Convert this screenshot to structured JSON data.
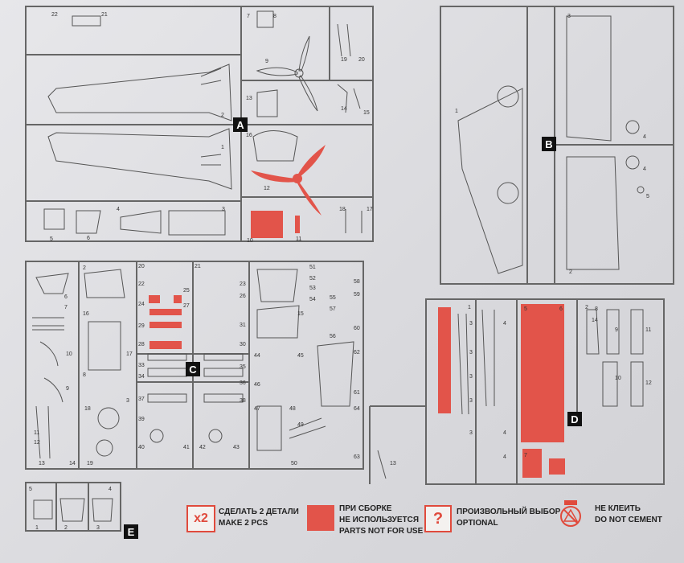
{
  "sprue_labels": {
    "a": "A",
    "b": "B",
    "c": "C",
    "d": "D",
    "e": "E"
  },
  "legend": {
    "make_two_symbol": "x2",
    "make_two_ru": "СДЕЛАТЬ 2 ДЕТАЛИ",
    "make_two_en": "MAKE 2 PCS",
    "not_for_use_ru_1": "ПРИ СБОРКЕ",
    "not_for_use_ru_2": "НЕ ИСПОЛЬЗУЕТСЯ",
    "not_for_use_en": "PARTS NOT FOR USE",
    "optional_symbol": "?",
    "optional_ru": "ПРОИЗВОЛЬНЫЙ ВЫБОР",
    "optional_en": "OPTIONAL",
    "no_cement_ru": "НЕ КЛЕИТЬ",
    "no_cement_en": "DO NOT CEMENT"
  },
  "colors": {
    "not_for_use": "#e2544a",
    "outline": "#555555",
    "label_bg": "#111111"
  },
  "part_numbers": {
    "a": [
      "22",
      "21",
      "7",
      "8",
      "9",
      "19",
      "20",
      "2",
      "13",
      "14",
      "15",
      "16",
      "1",
      "12",
      "4",
      "3",
      "5",
      "6",
      "10",
      "11",
      "18",
      "17"
    ],
    "b": [
      "3",
      "1",
      "4",
      "4",
      "5",
      "2"
    ],
    "c_left": [
      "2",
      "6",
      "7",
      "16",
      "17",
      "10",
      "8",
      "9",
      "18",
      "3",
      "11",
      "12",
      "13",
      "14",
      "19"
    ],
    "c_mid": [
      "20",
      "21",
      "22",
      "23",
      "24",
      "25",
      "26",
      "27",
      "29",
      "31",
      "28",
      "30",
      "33",
      "34",
      "35",
      "36",
      "37",
      "38",
      "39",
      "40",
      "41",
      "42",
      "43"
    ],
    "c_right": [
      "51",
      "52",
      "53",
      "54",
      "55",
      "58",
      "59",
      "57",
      "56",
      "60",
      "15",
      "44",
      "45",
      "46",
      "62",
      "61",
      "47",
      "48",
      "49",
      "50",
      "64",
      "63"
    ],
    "d": [
      "1",
      "2",
      "3",
      "3",
      "3",
      "3",
      "3",
      "4",
      "4",
      "4",
      "5",
      "6",
      "7",
      "8",
      "9",
      "10",
      "11",
      "12",
      "13",
      "14"
    ],
    "e": [
      "5",
      "4",
      "1",
      "2",
      "3"
    ]
  }
}
